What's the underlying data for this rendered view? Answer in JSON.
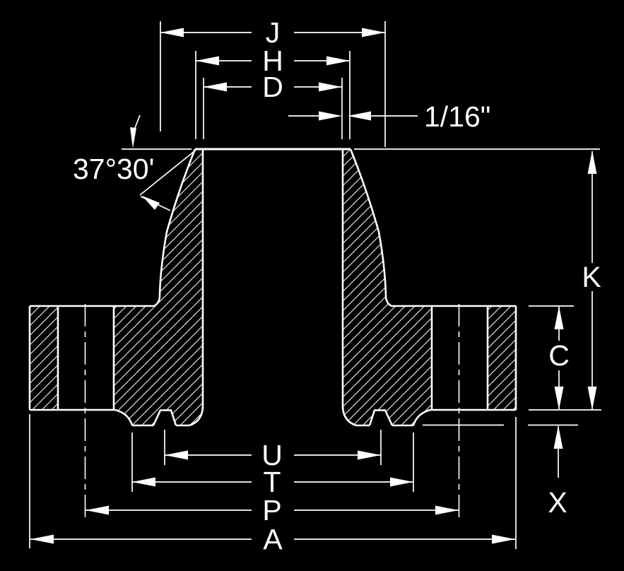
{
  "colors": {
    "background": "#000000",
    "ink": "#ffffff"
  },
  "dimension_labels": {
    "j": "J",
    "h": "H",
    "d": "D",
    "land": "1/16\"",
    "bevel_angle": "37°30'",
    "k": "K",
    "c": "C",
    "x": "X",
    "u": "U",
    "t": "T",
    "p": "P",
    "a": "A"
  }
}
